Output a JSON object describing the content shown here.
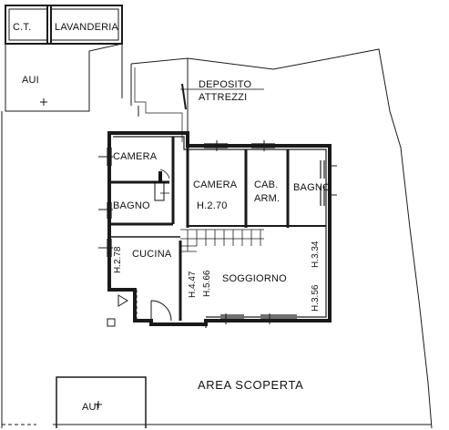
{
  "labels": {
    "ct": "C.T.",
    "lavanderia": "LAVANDERIA",
    "aui_top": "AUI",
    "deposito_line1": "DEPOSITO",
    "deposito_line2": "ATTREZZI",
    "camera_left": "CAMERA",
    "bagno_left": "BAGNO",
    "camera_center": "CAMERA",
    "h_270": "H.2.70",
    "cab_line1": "CAB.",
    "cab_line2": "ARM.",
    "bagno_right": "BAGNO",
    "cucina": "CUCINA",
    "h_278": "H.2.78",
    "h_334": "H.3.34",
    "soggiorno": "SOGGIORNO",
    "h_447": "H.4.47",
    "h_566": "H.5.66",
    "h_356": "H.3.56",
    "area_scoperta": "AREA SCOPERTA",
    "aui_bottom": "AUI"
  }
}
